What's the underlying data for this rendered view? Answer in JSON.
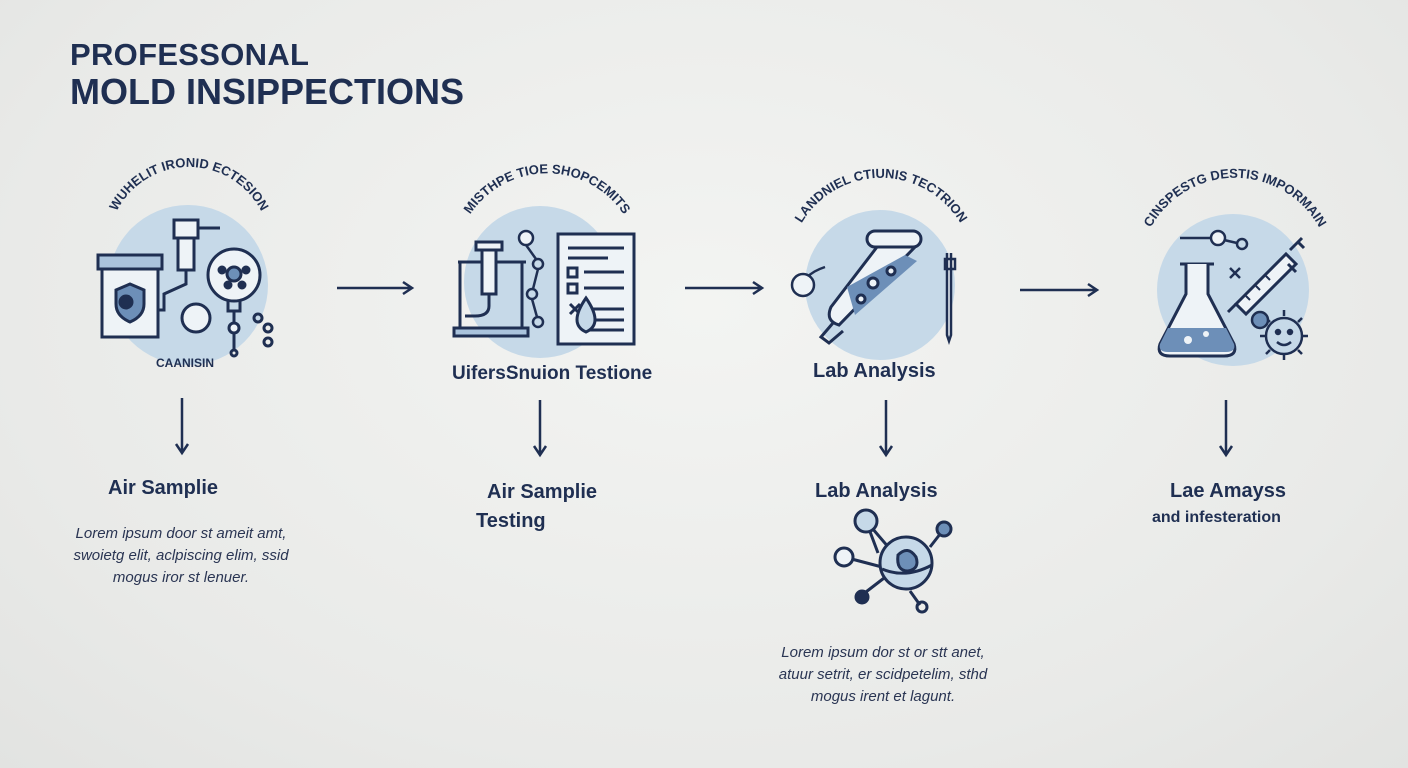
{
  "title": {
    "line1": "PROFESSONAL",
    "line2": "MOLD INSIPPECTIONS"
  },
  "steps": [
    {
      "arc": "WUHELIT IRONID ECTESION",
      "caption": "CAANISIN",
      "label": "Air Samplie",
      "desc": [
        "Lorem ipsum door st ameit amt,",
        "swoietg elit,  aclpiscing elim, ssid",
        "mogus iror st lenuer."
      ]
    },
    {
      "arc": "MISTHPE TIOE SHOPCEMITS",
      "caption": "UifersSnuion Testione",
      "label": [
        "Air Samplie",
        "Testing"
      ]
    },
    {
      "arc": "LANDNIEL CTIUNIS TECTRION",
      "caption": "Lab Analysis",
      "label": "Lab Analysis",
      "desc": [
        "Lorem  ipsum  dor st or stt anet,",
        "atuur setrit,  er scidpetelim, sthd",
        "mogus irent et lagunt."
      ]
    },
    {
      "arc": "CINSPESTG DESTIS IMPORMAIN",
      "label": [
        "Lae Amayss",
        "and infesteration"
      ]
    }
  ],
  "colors": {
    "navy": "#1f2f52",
    "blue_fill": "#c6d9e8",
    "accent_blue": "#6d8fb8"
  },
  "icons": [
    "specimen-jar-icon",
    "microscope-rack-icon",
    "checklist-clipboard-icon",
    "test-tube-icon",
    "flask-icon",
    "syringe-icon",
    "molecule-icon",
    "arrow-right-icon",
    "arrow-down-icon"
  ]
}
